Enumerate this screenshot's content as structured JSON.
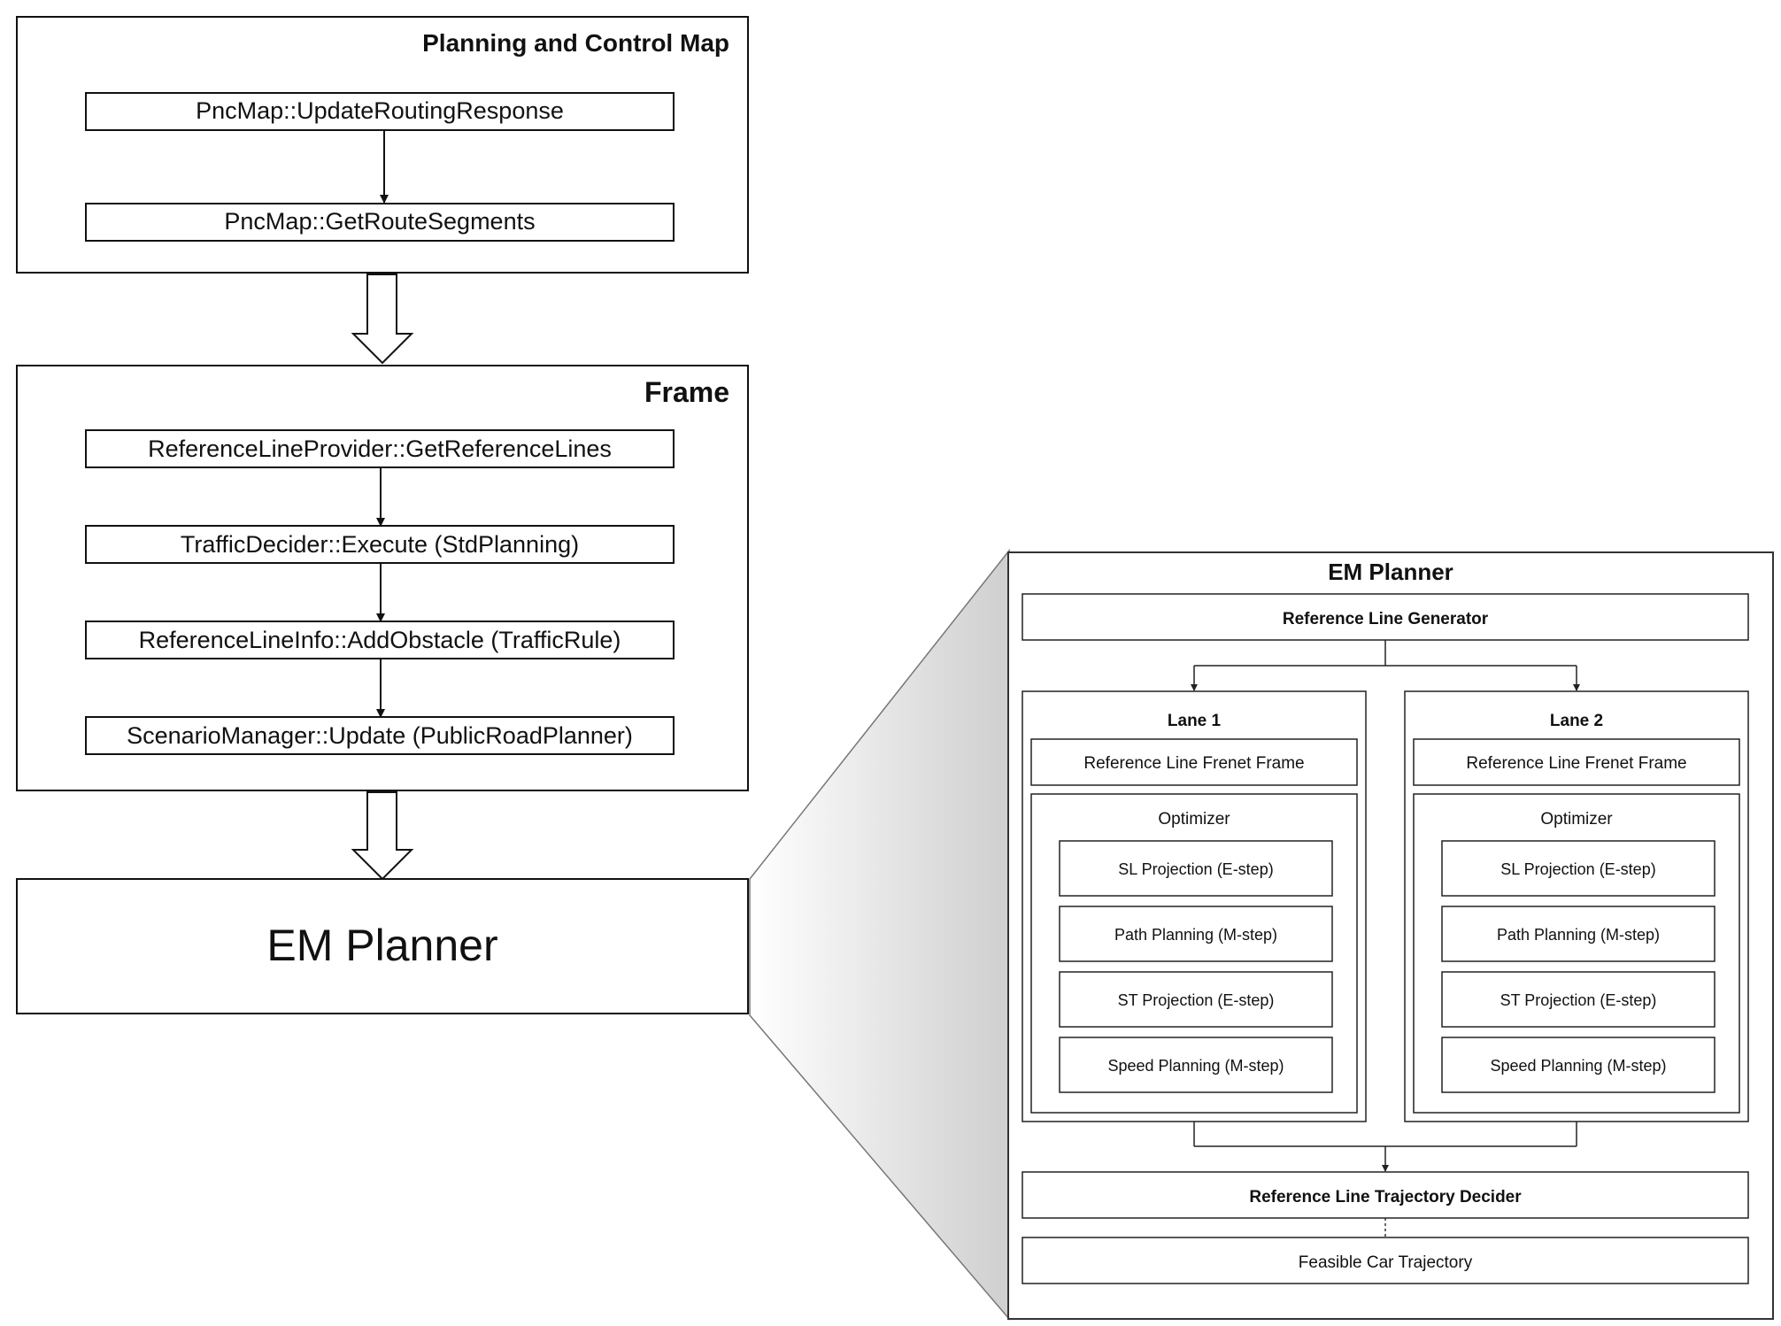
{
  "pnc_map": {
    "title": "Planning and Control Map",
    "steps": [
      "PncMap::UpdateRoutingResponse",
      "PncMap::GetRouteSegments"
    ]
  },
  "frame": {
    "title": "Frame",
    "steps": [
      "ReferenceLineProvider::GetReferenceLines",
      "TrafficDecider::Execute (StdPlanning)",
      "ReferenceLineInfo::AddObstacle (TrafficRule)",
      "ScenarioManager::Update (PublicRoadPlanner)"
    ]
  },
  "em_planner_box": {
    "label": "EM Planner"
  },
  "em_detail": {
    "title": "EM Planner",
    "generator": "Reference Line Generator",
    "lanes": [
      {
        "title": "Lane 1",
        "frenet": "Reference Line Frenet Frame",
        "optimizer": "Optimizer",
        "steps": [
          "SL Projection (E-step)",
          "Path Planning (M-step)",
          "ST Projection (E-step)",
          "Speed Planning (M-step)"
        ]
      },
      {
        "title": "Lane 2",
        "frenet": "Reference Line Frenet Frame",
        "optimizer": "Optimizer",
        "steps": [
          "SL Projection (E-step)",
          "Path Planning (M-step)",
          "ST Projection (E-step)",
          "Speed Planning (M-step)"
        ]
      }
    ],
    "decider": "Reference Line Trajectory Decider",
    "output": "Feasible Car Trajectory"
  }
}
